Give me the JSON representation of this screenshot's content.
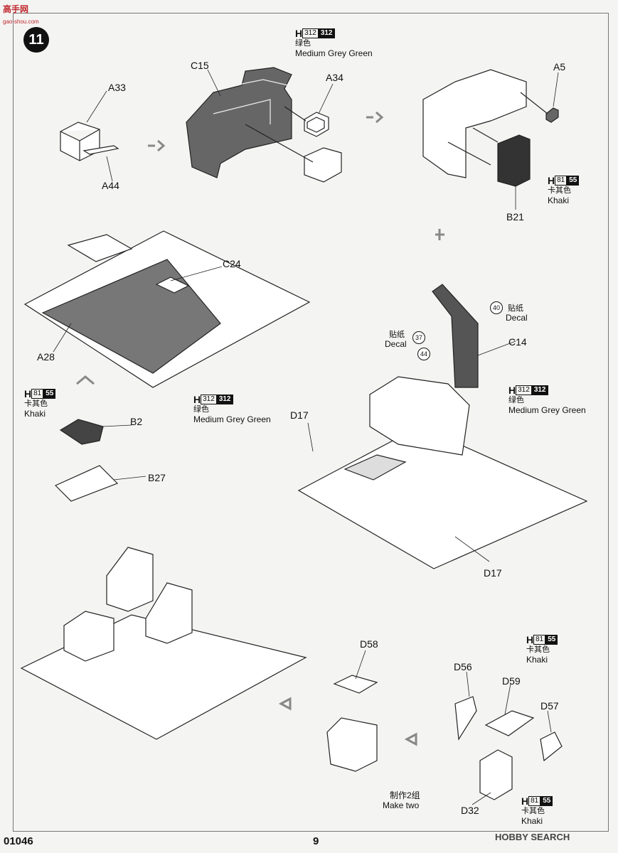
{
  "header": {
    "logo_text": "高手网",
    "logo_sub": "gao-shou.com",
    "step_number": "11"
  },
  "footer": {
    "part_number": "01046",
    "page_number": "9",
    "watermark": "HOBBY SEARCH"
  },
  "parts": {
    "c15": "C15",
    "a33": "A33",
    "a34": "A34",
    "a44": "A44",
    "a5": "A5",
    "b21": "B21",
    "c24": "C24",
    "a28": "A28",
    "b2": "B2",
    "b27": "B27",
    "c14": "C14",
    "d17_top": "D17",
    "d17_bottom": "D17",
    "d58": "D58",
    "d56": "D56",
    "d59": "D59",
    "d57": "D57",
    "d32": "D32"
  },
  "decals": {
    "n40": "40",
    "n37": "37",
    "n44": "44",
    "cn": "贴纸",
    "en": "Decal"
  },
  "paint_grey": {
    "h": "H",
    "code": "312",
    "code2": "312",
    "cn": "绿色",
    "en": "Medium Grey Green"
  },
  "paint_khaki": {
    "h": "H",
    "code": "81",
    "code2": "55",
    "cn": "卡其色",
    "en": "Khaki"
  },
  "notes": {
    "make_two_cn": "制作2组",
    "make_two_en": "Make two"
  }
}
